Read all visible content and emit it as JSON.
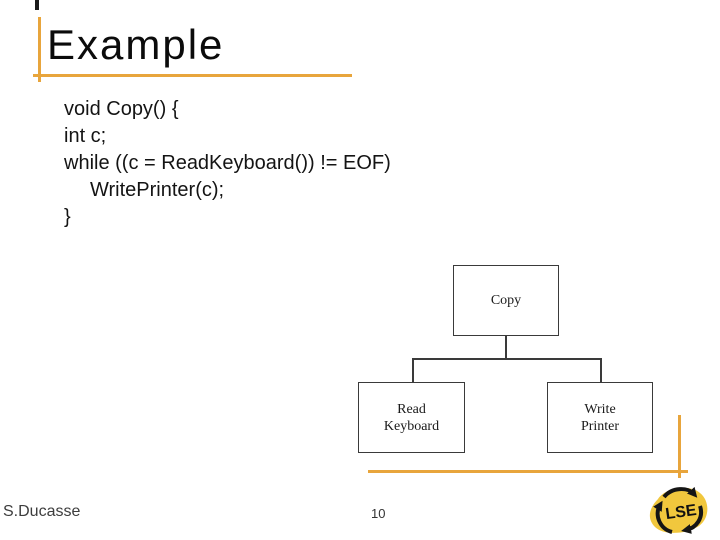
{
  "title": "Example",
  "decor": {
    "accent_color": "#E8A53C"
  },
  "code": {
    "lines": [
      "void Copy() {",
      "int c;",
      "while ((c = ReadKeyboard()) != EOF)",
      "WritePrinter(c);",
      "}"
    ]
  },
  "diagram": {
    "copy_label": "Copy",
    "read_line1": "Read",
    "read_line2": "Keyboard",
    "write_line1": "Write",
    "write_line2": "Printer"
  },
  "footer": {
    "author": "S.Ducasse",
    "page_number": "10"
  },
  "logo": {
    "text": "LSE",
    "blob_color": "#F1C73D",
    "arrow_color": "#151515"
  }
}
